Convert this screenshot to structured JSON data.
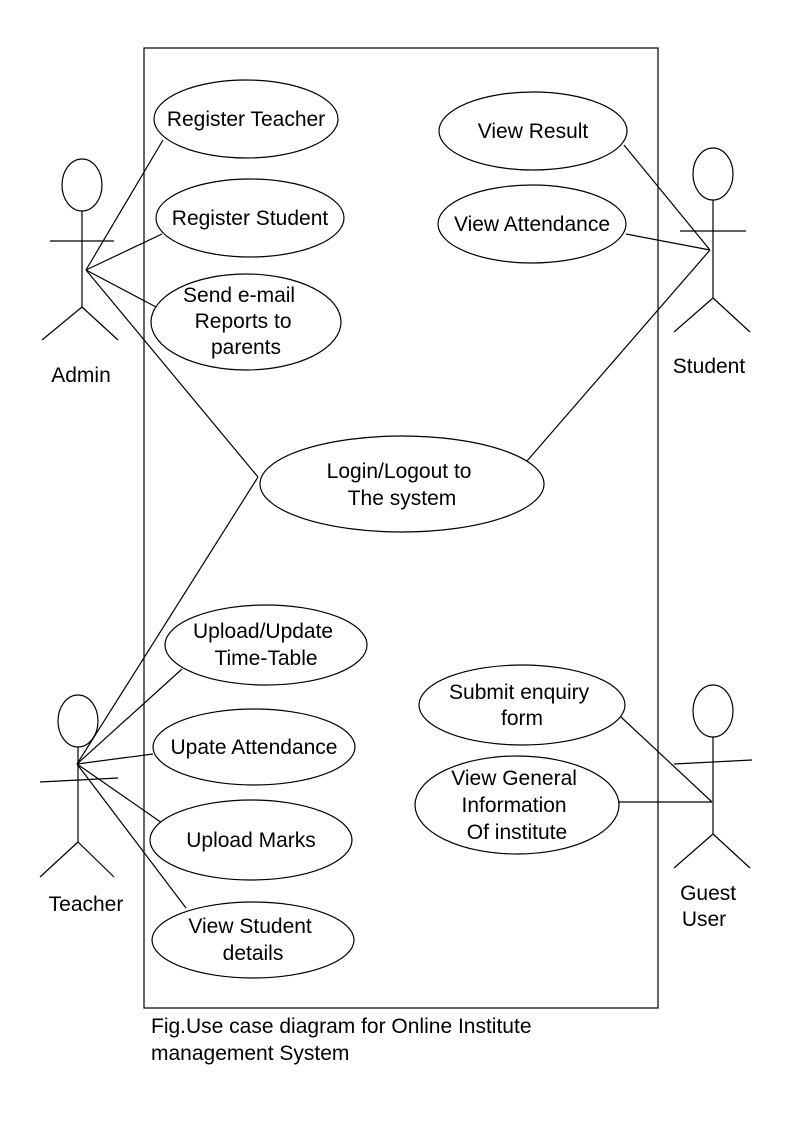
{
  "actors": {
    "admin": "Admin",
    "student": "Student",
    "teacher": "Teacher",
    "guest": [
      "Guest",
      "User"
    ]
  },
  "use_cases": {
    "register_teacher": [
      "Register Teacher"
    ],
    "register_student": [
      "Register Student"
    ],
    "send_email_reports": [
      "Send e-mail",
      "Reports to",
      "parents"
    ],
    "view_result": [
      "View Result"
    ],
    "view_attendance": [
      "View Attendance"
    ],
    "login_logout": [
      "Login/Logout to",
      "The system"
    ],
    "upload_timetable": [
      "Upload/Update",
      "Time-Table"
    ],
    "update_attendance": [
      "Upate Attendance"
    ],
    "upload_marks": [
      "Upload Marks"
    ],
    "view_student_details": [
      "View Student",
      "details"
    ],
    "submit_enquiry": [
      "Submit enquiry",
      "form"
    ],
    "view_general_info": [
      "View General",
      "Information",
      "Of institute"
    ]
  },
  "caption": [
    "Fig.Use case diagram for Online Institute",
    "management System"
  ]
}
